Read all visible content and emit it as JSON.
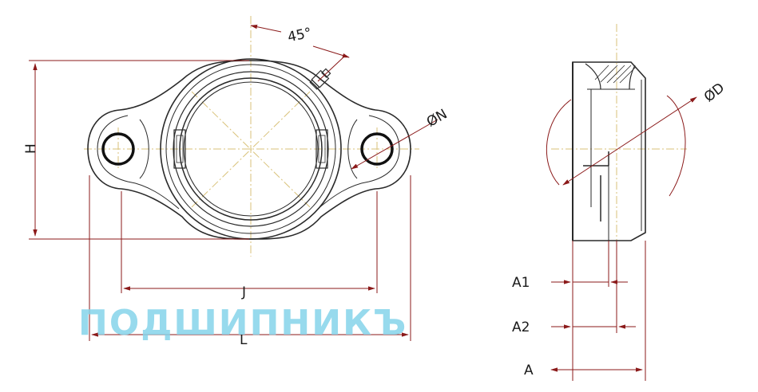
{
  "labels": {
    "angle": "45°",
    "bolt_diameter": "ØN",
    "bore_diameter": "ØD",
    "height": "H",
    "bolt_spacing": "J",
    "length": "L",
    "a1": "A1",
    "a2": "A2",
    "a": "A"
  },
  "watermark": {
    "text": "ПОДШИПНИКЪ"
  },
  "colors": {
    "outline": "#2a2a2a",
    "dimension": "#8b1a1a",
    "centerline": "#d9c27a",
    "watermark": "#86d4ea"
  }
}
